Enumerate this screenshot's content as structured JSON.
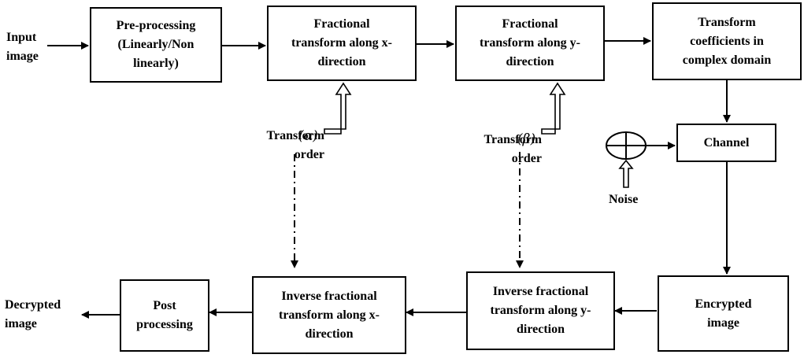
{
  "nodes": {
    "preprocessing": "Pre-processing\n(Linearly/Non\nlinearly)",
    "frac_x": "Fractional\ntransform along x-\ndirection",
    "frac_y": "Fractional\ntransform along y-\ndirection",
    "coeffs": "Transform\ncoefficients in\ncomplex domain",
    "channel": "Channel",
    "encrypted": "Encrypted\nimage",
    "inv_y": "Inverse fractional\ntransform along y-\ndirection",
    "inv_x": "Inverse fractional\ntransform along x-\ndirection",
    "post": "Post\nprocessing"
  },
  "labels": {
    "input": "Input\nimage",
    "output": "Decrypted\nimage",
    "noise": "Noise",
    "order_alpha_text": "Transform\norder",
    "alpha": "(α)",
    "order_beta_text": "Transform\norder",
    "beta": "(β)"
  }
}
